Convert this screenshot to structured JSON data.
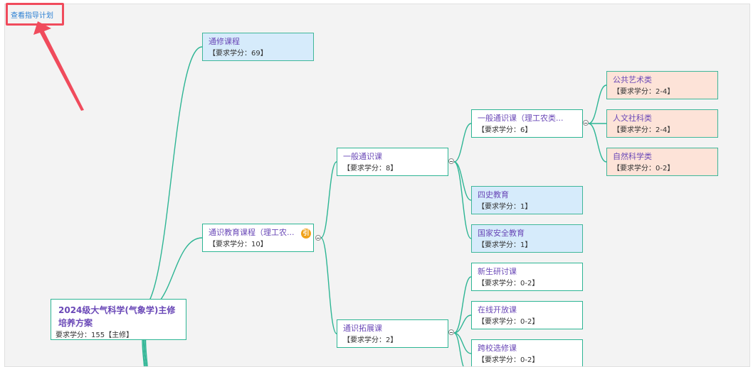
{
  "top_link": {
    "label": "查看指导计划"
  },
  "colors": {
    "link": "#2db594",
    "accent_red": "#f04b5c",
    "title": "#6a48b7"
  },
  "root": {
    "title": "2024级大气科学(气象学)主修培养方案",
    "sub": "要求学分：155【主修】"
  },
  "nodes": {
    "general": {
      "title": "通修课程",
      "sub": "【要求学分：69】"
    },
    "gened": {
      "title": "通识教育课程（理工农...",
      "sub": "【要求学分：10】",
      "badge": "引"
    },
    "gen_general": {
      "title": "一般通识课",
      "sub": "【要求学分：8】"
    },
    "gen_general_sci": {
      "title": "一般通识课（理工农类...",
      "sub": "【要求学分：6】"
    },
    "arts": {
      "title": "公共艺术类",
      "sub": "【要求学分：2-4】"
    },
    "humanities": {
      "title": "人文社科类",
      "sub": "【要求学分：2-4】"
    },
    "natural": {
      "title": "自然科学类",
      "sub": "【要求学分：0-2】"
    },
    "history": {
      "title": "四史教育",
      "sub": "【要求学分：1】"
    },
    "security": {
      "title": "国家安全教育",
      "sub": "【要求学分：1】"
    },
    "extension": {
      "title": "通识拓展课",
      "sub": "【要求学分：2】"
    },
    "seminar": {
      "title": "新生研讨课",
      "sub": "【要求学分：0-2】"
    },
    "online": {
      "title": "在线开放课",
      "sub": "【要求学分：0-2】"
    },
    "cross": {
      "title": "跨校选修课",
      "sub": "【要求学分：0-2】"
    }
  }
}
